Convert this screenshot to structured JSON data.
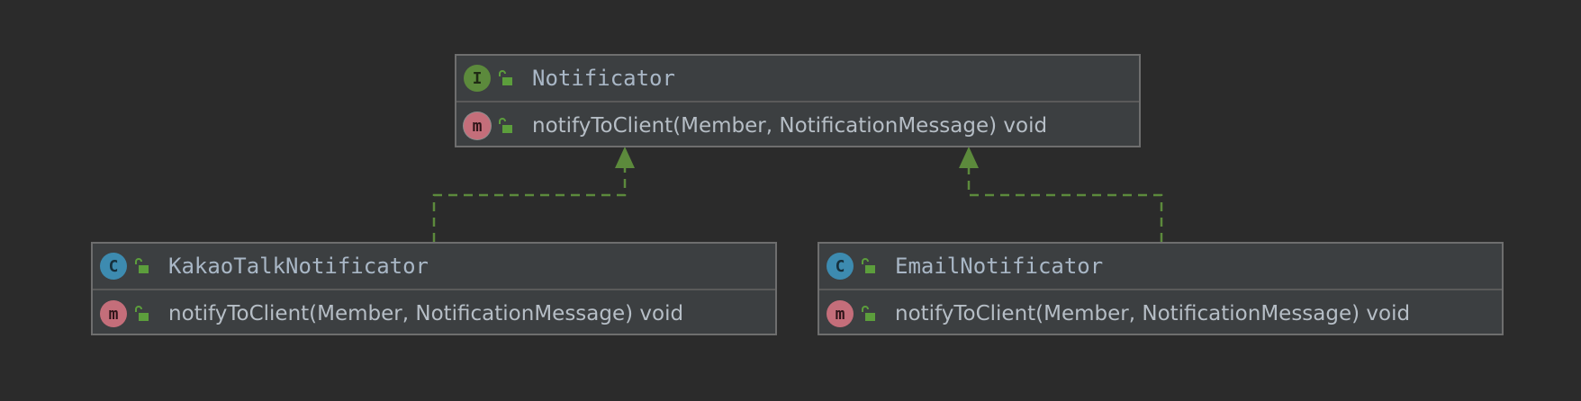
{
  "diagram": {
    "nodes": {
      "notificator": {
        "kind_badge": "I",
        "kind": "interface",
        "title": "Notificator",
        "method_badge": "m",
        "method": "notifyToClient(Member, NotificationMessage) void"
      },
      "kakao": {
        "kind_badge": "C",
        "kind": "class",
        "title": "KakaoTalkNotificator",
        "method_badge": "m",
        "method": "notifyToClient(Member, NotificationMessage) void"
      },
      "email": {
        "kind_badge": "C",
        "kind": "class",
        "title": "EmailNotificator",
        "method_badge": "m",
        "method": "notifyToClient(Member, NotificationMessage) void"
      }
    },
    "edges": [
      {
        "from": "KakaoTalkNotificator",
        "to": "Notificator",
        "type": "realization"
      },
      {
        "from": "EmailNotificator",
        "to": "Notificator",
        "type": "realization"
      }
    ],
    "colors": {
      "background": "#2b2b2b",
      "node_fill": "#3c3f41",
      "node_border": "#6e6e6e",
      "edge": "#5c8a3c",
      "interface_badge": "#5c8a3c",
      "class_badge": "#3d8bb0",
      "method_badge": "#c46e7a",
      "lock": "#5c9e3c"
    },
    "icons": {
      "visibility": "lock-open-icon"
    }
  }
}
